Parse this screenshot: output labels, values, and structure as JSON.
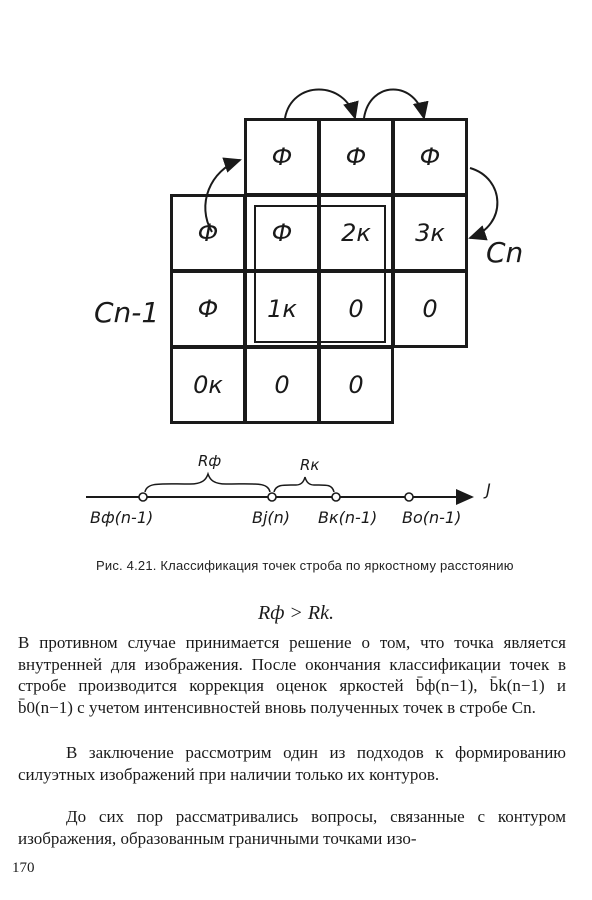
{
  "figure": {
    "cells": [
      {
        "row": 0,
        "col": 1,
        "label": "Ф"
      },
      {
        "row": 0,
        "col": 2,
        "label": "Ф"
      },
      {
        "row": 0,
        "col": 3,
        "label": "Ф"
      },
      {
        "row": 1,
        "col": 0,
        "label": "Ф"
      },
      {
        "row": 1,
        "col": 1,
        "label": "Ф"
      },
      {
        "row": 1,
        "col": 2,
        "label": "2к"
      },
      {
        "row": 1,
        "col": 3,
        "label": "3к"
      },
      {
        "row": 2,
        "col": 0,
        "label": "Ф"
      },
      {
        "row": 2,
        "col": 1,
        "label": "1к"
      },
      {
        "row": 2,
        "col": 2,
        "label": "0"
      },
      {
        "row": 2,
        "col": 3,
        "label": "0"
      },
      {
        "row": 3,
        "col": 0,
        "label": "0к"
      },
      {
        "row": 3,
        "col": 1,
        "label": "0"
      },
      {
        "row": 3,
        "col": 2,
        "label": "0"
      }
    ],
    "label_cn": "Cn",
    "label_cn_minus_1": "Cn-1",
    "axis": {
      "brace_left_label": "Rф",
      "brace_right_label": "Rк",
      "axis_end_label": "J",
      "point_labels": [
        "Bф(n-1)",
        "Bj(n)",
        "Bк(n-1)",
        "Bo(n-1)"
      ]
    }
  },
  "caption": "Рис. 4.21. Классификация точек строба по яркостному расстоянию",
  "formula": "Rф > Rk.",
  "paragraphs": [
    "В противном случае принимается решение о том, что точка является внутренней для изображения. После окончания классификации точек в стробе производится коррекция оценок яркостей b̄ф(n−1), b̄k(n−1) и b̄0(n−1) с учетом интенсивностей вновь полученных точек в стробе Cn.",
    "В заключение рассмотрим один из подходов к формированию силуэтных изображений при наличии только их контуров.",
    "До сих пор рассматривались вопросы, связанные с контуром изображения, образованным граничными точками изо-"
  ],
  "page_number": "170"
}
